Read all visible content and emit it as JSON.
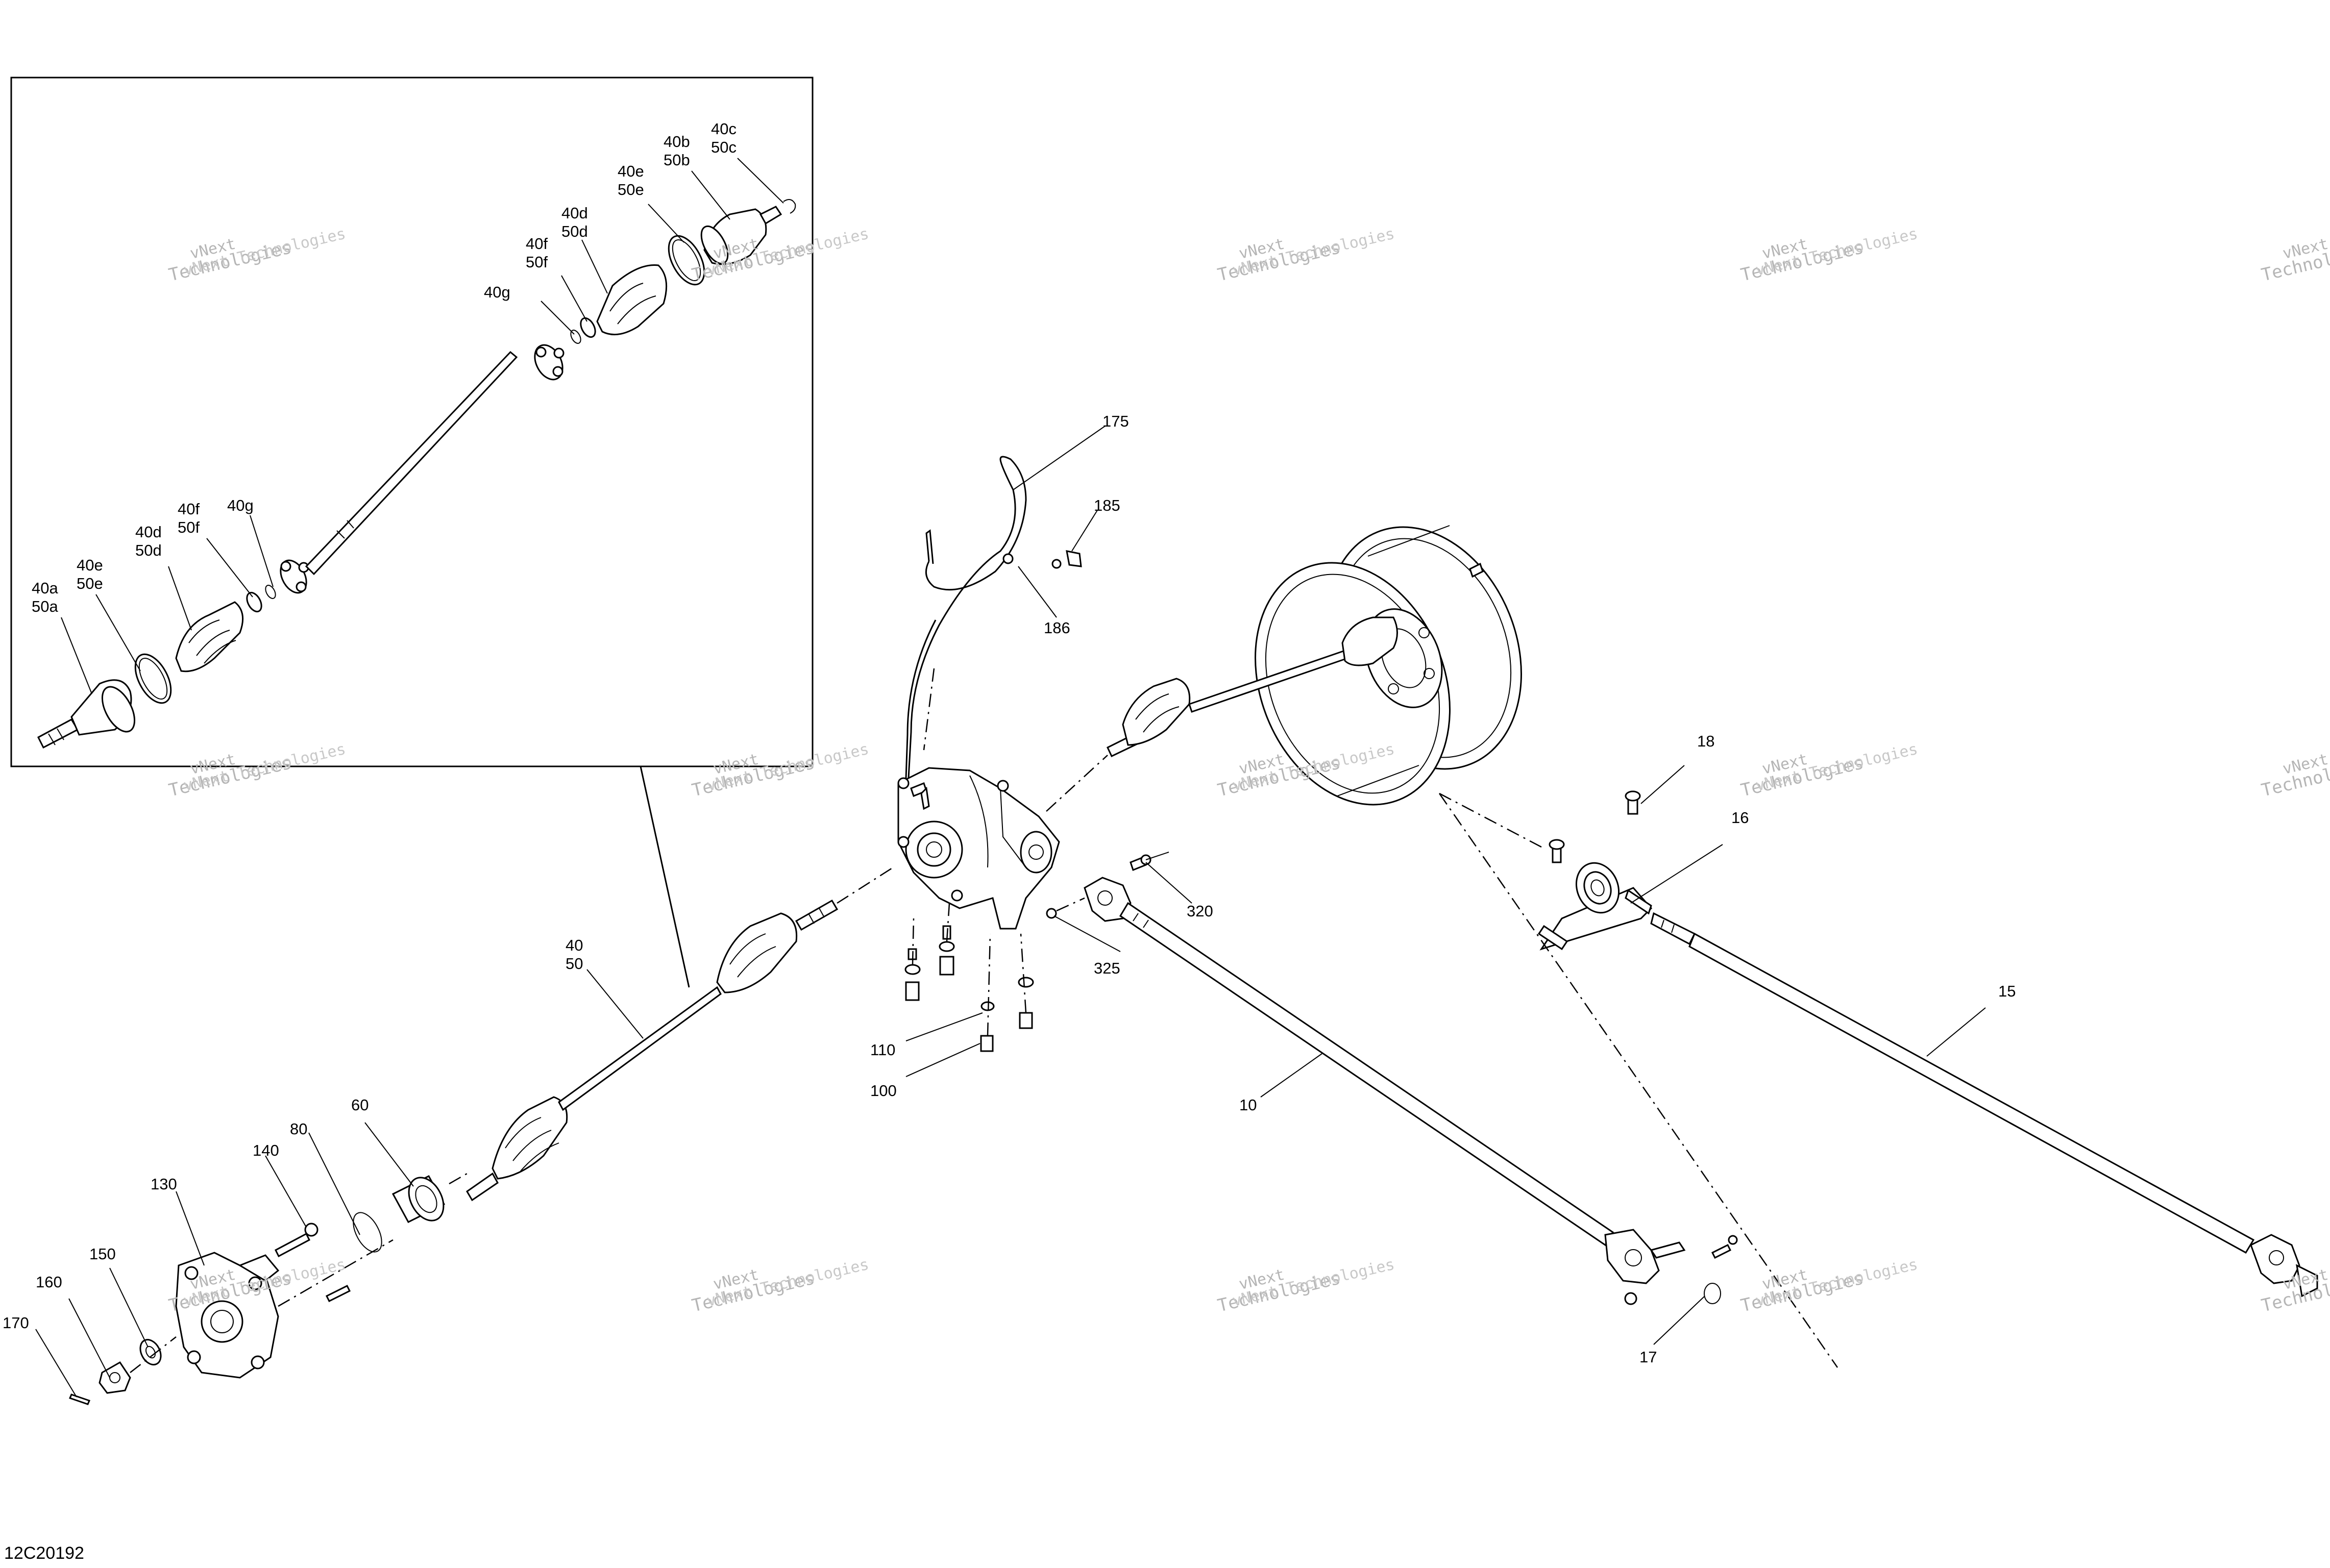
{
  "drawing_code": "12C20192",
  "watermark": {
    "line1": "vNext Technologies",
    "line2": "Technologies",
    "line3": "vNext"
  },
  "callouts": {
    "c40a": "40a\n50a",
    "c40e_l": "40e\n50e",
    "c40d_l": "40d\n50d",
    "c40f_l": "40f\n50f",
    "c40g_l": "40g",
    "c40g_u": "40g",
    "c40f_u": "40f\n50f",
    "c40d_u": "40d\n50d",
    "c40e_u": "40e\n50e",
    "c40b": "40b\n50b",
    "c40c": "40c\n50c",
    "c40": "40\n50",
    "c60": "60",
    "c80": "80",
    "c130": "130",
    "c140": "140",
    "c150": "150",
    "c160": "160",
    "c170": "170",
    "c175": "175",
    "c185": "185",
    "c186": "186",
    "c110": "110",
    "c100": "100",
    "c320": "320",
    "c325": "325",
    "c10": "10",
    "c15": "15",
    "c16": "16",
    "c17": "17",
    "c18": "18"
  }
}
